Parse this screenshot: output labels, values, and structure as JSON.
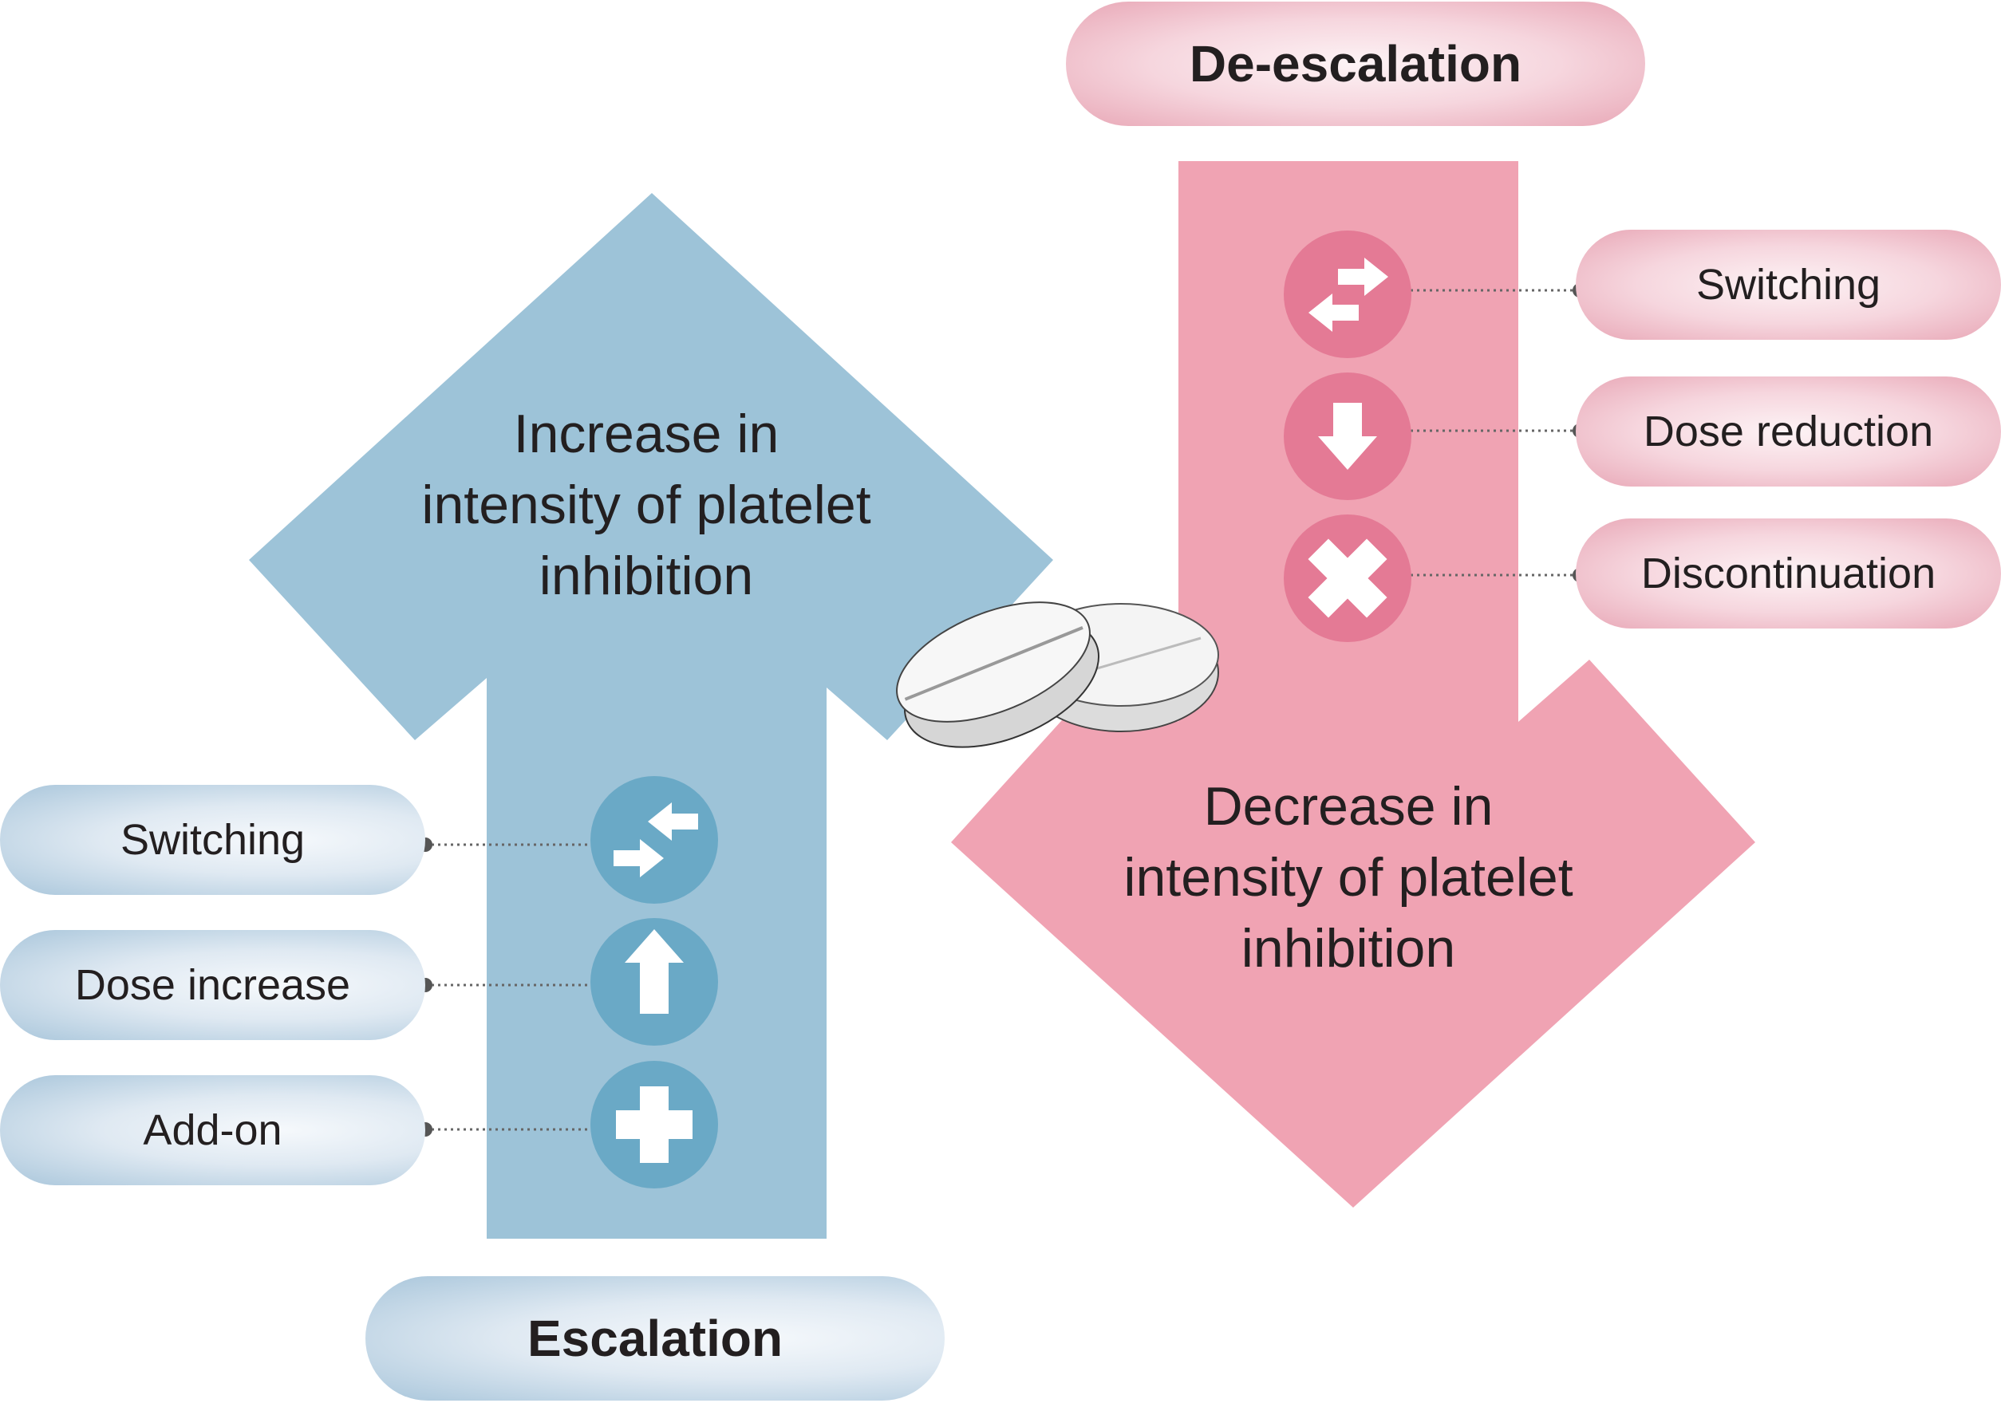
{
  "escalation": {
    "title": "Escalation",
    "arrow_text": [
      "Increase in",
      "intensity of platelet",
      "inhibition"
    ],
    "items": [
      {
        "label": "Switching",
        "icon": "switching-arrows-icon"
      },
      {
        "label": "Dose increase",
        "icon": "arrow-up-icon"
      },
      {
        "label": "Add-on",
        "icon": "plus-icon"
      }
    ]
  },
  "deescalation": {
    "title": "De-escalation",
    "arrow_text": [
      "Decrease in",
      "intensity of platelet",
      "inhibition"
    ],
    "items": [
      {
        "label": "Switching",
        "icon": "switching-arrows-icon"
      },
      {
        "label": "Dose reduction",
        "icon": "arrow-down-icon"
      },
      {
        "label": "Discontinuation",
        "icon": "x-mark-icon"
      }
    ]
  },
  "colors": {
    "blue_arrow": "#9dc3d8",
    "blue_icon": "#6aa9c6",
    "pink_arrow": "#f0a3b3",
    "pink_icon": "#e47a95",
    "connector": "#555555"
  }
}
